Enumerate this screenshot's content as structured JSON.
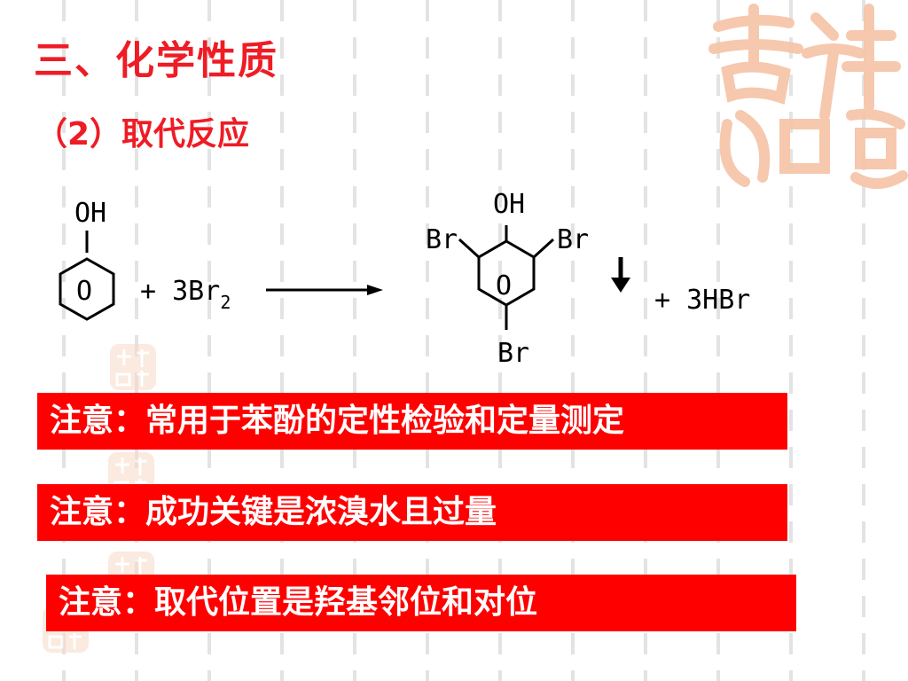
{
  "slide": {
    "title": "三、化学性质",
    "subtitle": "（2）取代反应"
  },
  "reaction": {
    "reactant_group": "OH",
    "ring_symbol": "O",
    "reagent_coefficient": "+ 3Br",
    "reagent_subscript": "2",
    "product_group": "OH",
    "product_substituent_left": "Br",
    "product_substituent_right": "Br",
    "product_substituent_bottom": "Br",
    "byproduct": "+ 3HBr"
  },
  "notes": [
    "注意：常用于苯酚的定性检验和定量测定",
    "注意：成功关键是浓溴水且过量",
    "注意：取代位置是羟基邻位和对位"
  ],
  "colors": {
    "title": "#ee1c25",
    "note_background": "#ff0000",
    "note_text": "#ffffff",
    "watermark": "#f6c3a6"
  }
}
